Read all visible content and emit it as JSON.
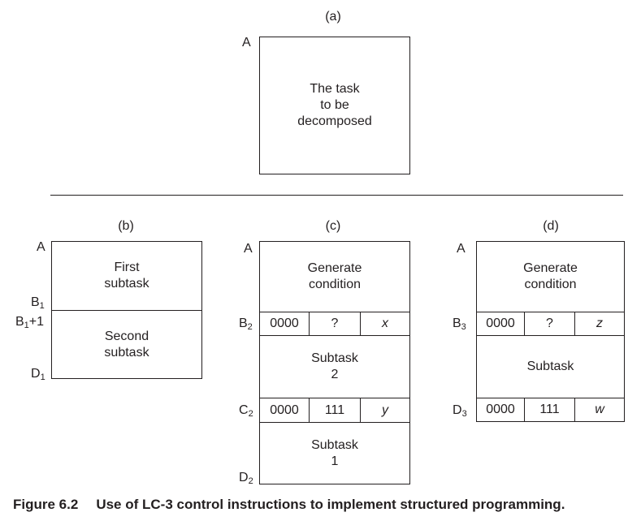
{
  "panels": {
    "a": {
      "header": "(a)",
      "label_top": "A",
      "text": "The task\nto be\ndecomposed"
    },
    "b": {
      "header": "(b)",
      "labels": {
        "top": "A",
        "b1_main": "B",
        "b1_sub": "1",
        "b1p1_main": "B",
        "b1p1_sub": "1",
        "b1p1_suffix": "+1",
        "d1_main": "D",
        "d1_sub": "1"
      },
      "first": "First\nsubtask",
      "second": "Second\nsubtask"
    },
    "c": {
      "header": "(c)",
      "labels": {
        "top": "A",
        "b2_main": "B",
        "b2_sub": "2",
        "c2_main": "C",
        "c2_sub": "2",
        "d2_main": "D",
        "d2_sub": "2"
      },
      "generate": "Generate\ncondition",
      "branch_row": [
        "0000",
        "?",
        "x"
      ],
      "subtask2": "Subtask\n2",
      "jump_row": [
        "0000",
        "111",
        "y"
      ],
      "subtask1": "Subtask\n1"
    },
    "d": {
      "header": "(d)",
      "labels": {
        "top": "A",
        "b3_main": "B",
        "b3_sub": "3",
        "d3_main": "D",
        "d3_sub": "3"
      },
      "generate": "Generate\ncondition",
      "branch_row": [
        "0000",
        "?",
        "z"
      ],
      "subtask": "Subtask",
      "jump_row": [
        "0000",
        "111",
        "w"
      ]
    }
  },
  "caption": {
    "number": "Figure 6.2",
    "text": "Use of LC-3 control instructions to implement structured programming."
  }
}
